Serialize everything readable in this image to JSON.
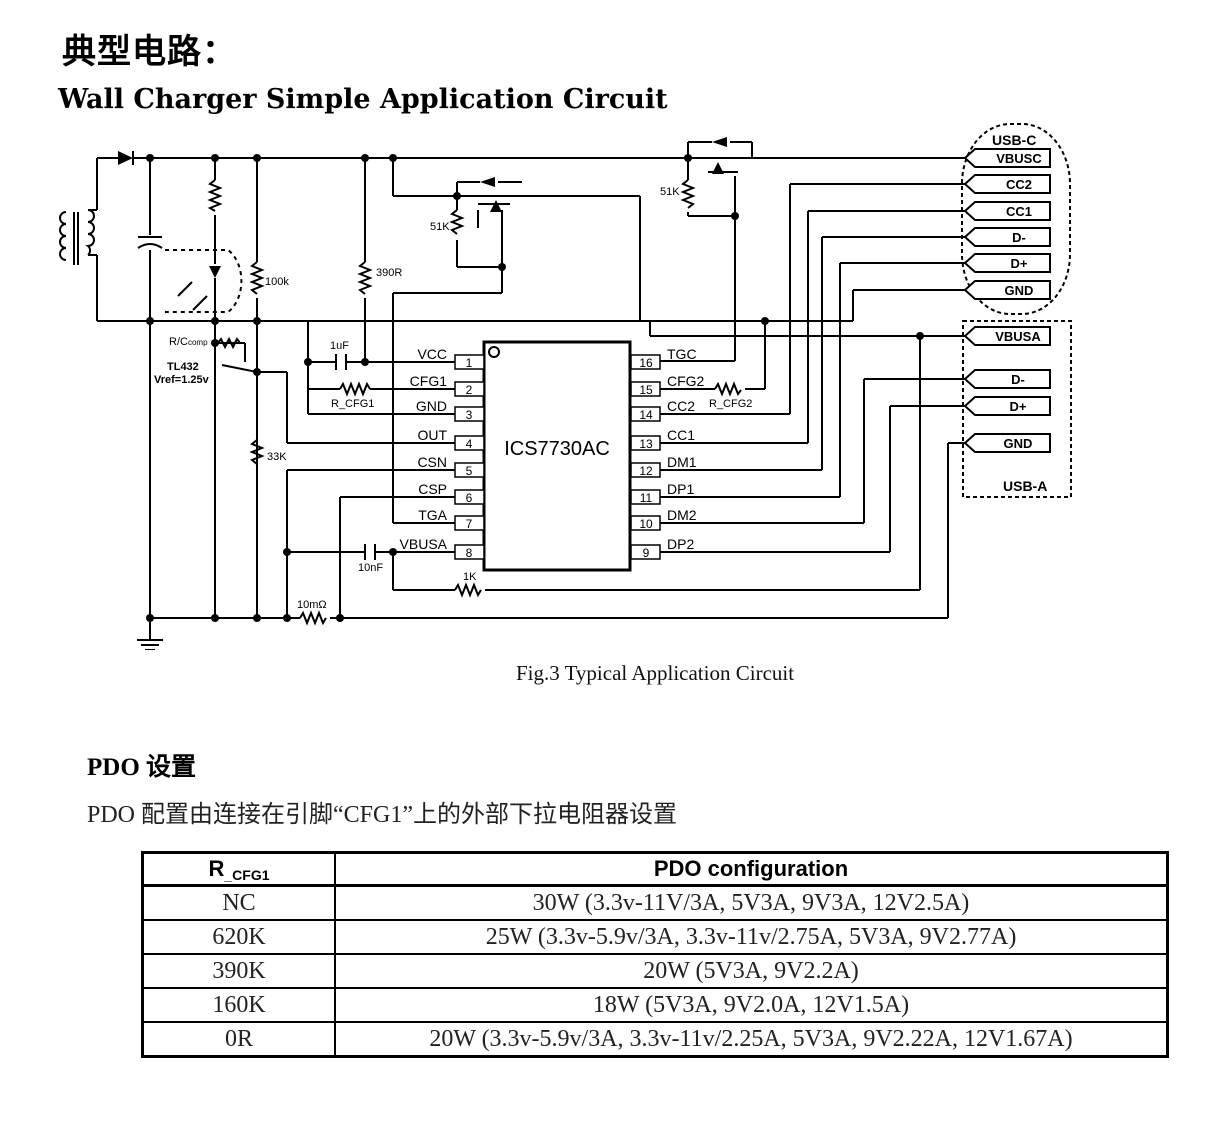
{
  "titles": {
    "chinese": "典型电路：",
    "english": "Wall Charger Simple Application Circuit"
  },
  "figure": {
    "caption": "Fig.3 Typical Application Circuit",
    "ic_name": "ICS7730AC",
    "left_pins": [
      {
        "num": "1",
        "name": "VCC"
      },
      {
        "num": "2",
        "name": "CFG1"
      },
      {
        "num": "3",
        "name": "GND"
      },
      {
        "num": "4",
        "name": "OUT"
      },
      {
        "num": "5",
        "name": "CSN"
      },
      {
        "num": "6",
        "name": "CSP"
      },
      {
        "num": "7",
        "name": "TGA"
      },
      {
        "num": "8",
        "name": "VBUSA"
      }
    ],
    "right_pins": [
      {
        "num": "16",
        "name": "TGC"
      },
      {
        "num": "15",
        "name": "CFG2"
      },
      {
        "num": "14",
        "name": "CC2"
      },
      {
        "num": "13",
        "name": "CC1"
      },
      {
        "num": "12",
        "name": "DM1"
      },
      {
        "num": "11",
        "name": "DP1"
      },
      {
        "num": "10",
        "name": "DM2"
      },
      {
        "num": "9",
        "name": "DP2"
      }
    ],
    "components": {
      "r_100k": "100k",
      "r_390r": "390R",
      "r_51k_left": "51K",
      "r_51k_right": "51K",
      "c_1uf": "1uF",
      "r_cfg1": "R_CFG1",
      "r_cfg2": "R_CFG2",
      "rc_comp_main": "R/C",
      "rc_comp_sub": "comp",
      "tl432": "TL432",
      "vref": "Vref=1.25v",
      "r_33k": "33K",
      "c_10nf": "10nF",
      "r_1k": "1K",
      "r_10m": "10mΩ"
    },
    "usb_c": {
      "label": "USB-C",
      "pins": [
        "VBUSC",
        "CC2",
        "CC1",
        "D-",
        "D+",
        "GND"
      ]
    },
    "usb_a": {
      "label": "USB-A",
      "pins": [
        "VBUSA",
        "D-",
        "D+",
        "GND"
      ]
    }
  },
  "pdo": {
    "heading": "PDO  设置",
    "description": "PDO 配置由连接在引脚“CFG1”上的外部下拉电阻器设置",
    "table": {
      "col1_header_main": "R",
      "col1_header_sub": "_CFG1",
      "col2_header": "PDO configuration",
      "rows": [
        {
          "r": "NC",
          "config": "30W (3.3v-11V/3A, 5V3A, 9V3A, 12V2.5A)"
        },
        {
          "r": "620K",
          "config": "25W (3.3v-5.9v/3A, 3.3v-11v/2.75A, 5V3A, 9V2.77A)"
        },
        {
          "r": "390K",
          "config": "20W (5V3A, 9V2.2A)"
        },
        {
          "r": "160K",
          "config": "18W (5V3A, 9V2.0A, 12V1.5A)"
        },
        {
          "r": "0R",
          "config": "20W (3.3v-5.9v/3A, 3.3v-11v/2.25A, 5V3A, 9V2.22A, 12V1.67A)"
        }
      ]
    }
  }
}
